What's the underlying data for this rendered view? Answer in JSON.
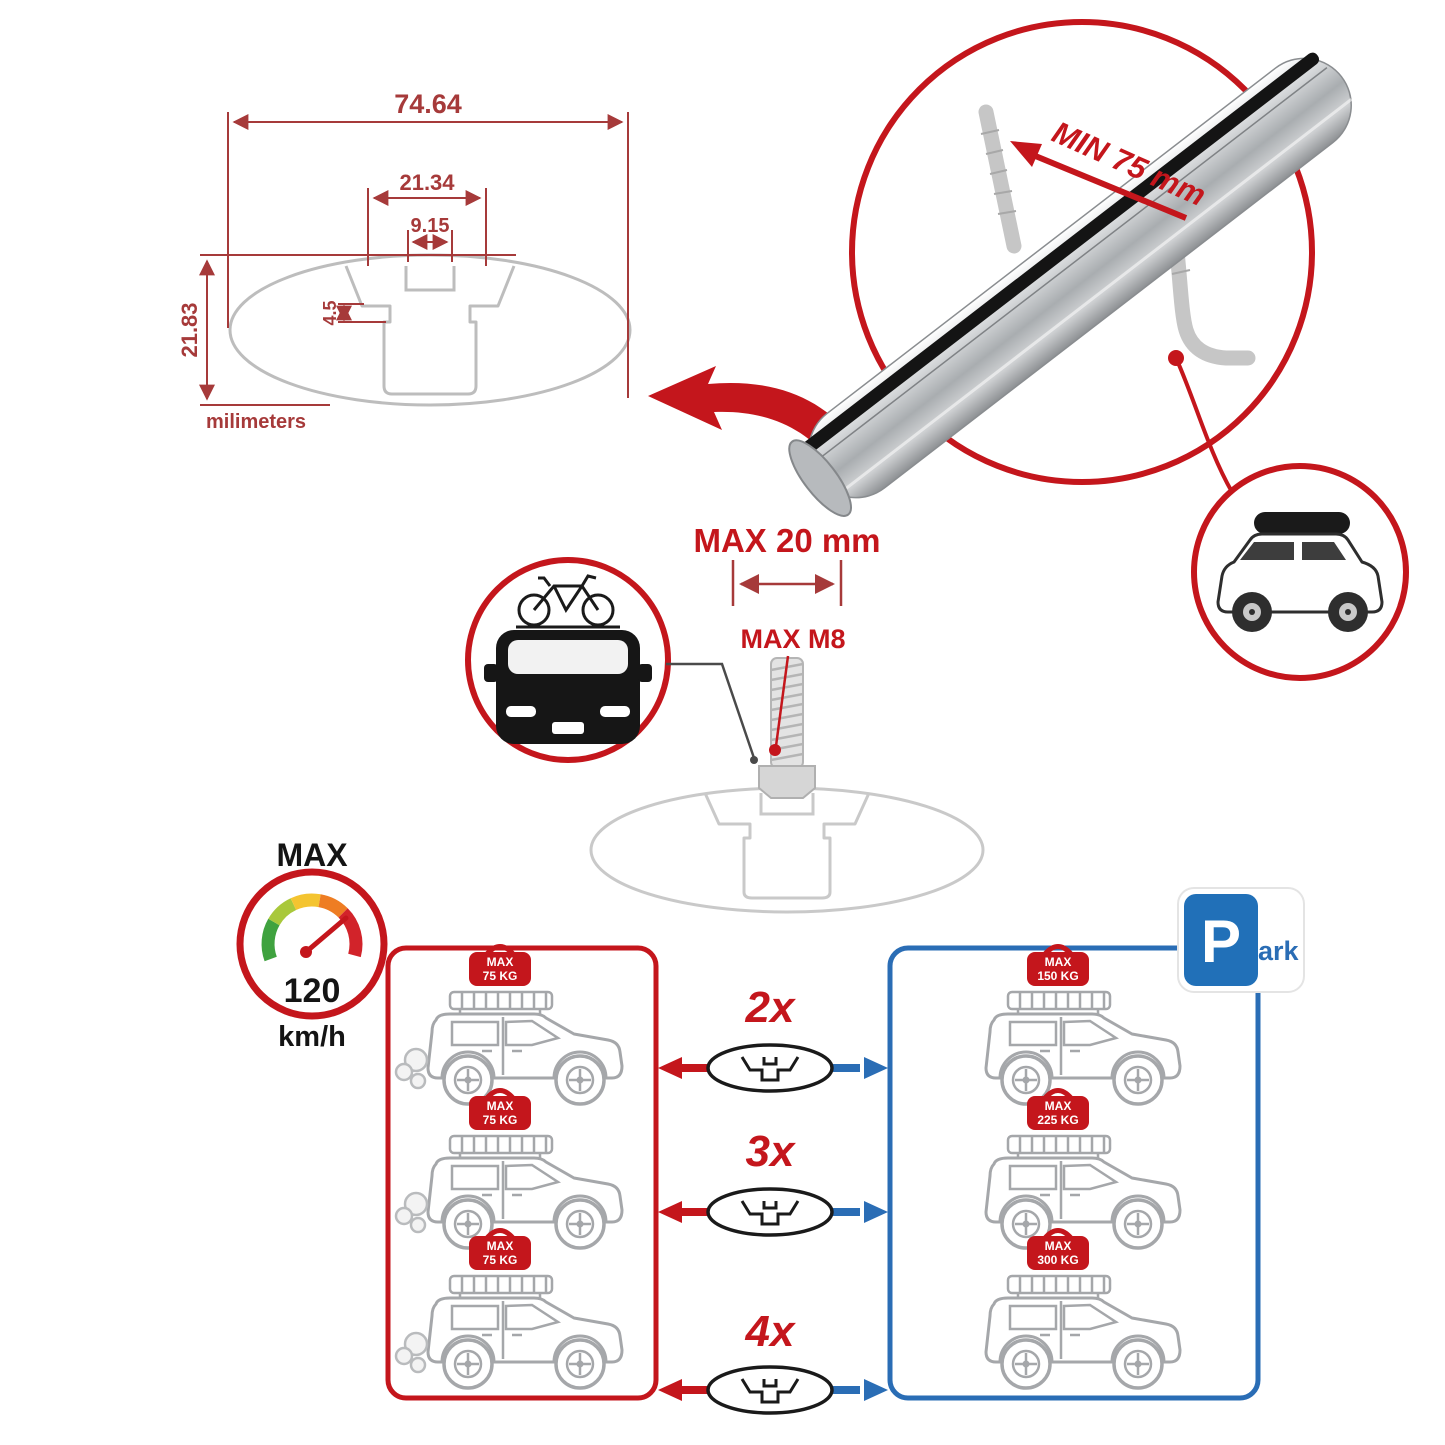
{
  "colors": {
    "red": "#c4161c",
    "blue": "#2a6db5",
    "dimension_maroon": "#a63a3a",
    "grey_line": "#c9c9c9",
    "car_grey": "#a5a7aa"
  },
  "cross_section": {
    "total_width": "74.64",
    "slot_width": "21.34",
    "slot_opening": "9.15",
    "lip_height": "4.5",
    "bar_height": "21.83",
    "units": "milimeters"
  },
  "bar_detail": {
    "clamp_min": "MIN 75 mm"
  },
  "bolt_detail": {
    "length_max": "MAX 20 mm",
    "thread_max": "MAX M8"
  },
  "speed_limit": {
    "label": "MAX",
    "value": "120",
    "unit": "km/h"
  },
  "parking_sign": {
    "letter": "P",
    "suffix": "ark"
  },
  "configurations": [
    {
      "count": "2x",
      "driving_load": {
        "line1": "MAX",
        "line2": "75 KG"
      },
      "parked_load": {
        "line1": "MAX",
        "line2": "150 KG"
      }
    },
    {
      "count": "3x",
      "driving_load": {
        "line1": "MAX",
        "line2": "75 KG"
      },
      "parked_load": {
        "line1": "MAX",
        "line2": "225 KG"
      }
    },
    {
      "count": "4x",
      "driving_load": {
        "line1": "MAX",
        "line2": "75 KG"
      },
      "parked_load": {
        "line1": "MAX",
        "line2": "300 KG"
      }
    }
  ]
}
